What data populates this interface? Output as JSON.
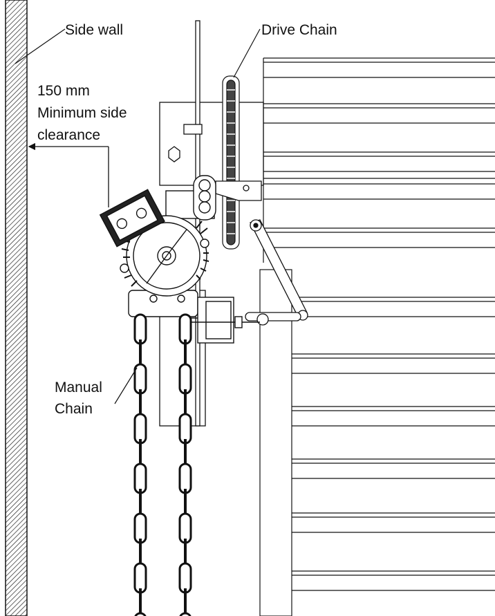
{
  "labels": {
    "side_wall": "Side wall",
    "drive_chain": "Drive Chain",
    "clearance_value": "150 mm",
    "clearance_line1": "Minimum side",
    "clearance_line2": "clearance",
    "manual_chain_line1": "Manual",
    "manual_chain_line2": "Chain"
  }
}
